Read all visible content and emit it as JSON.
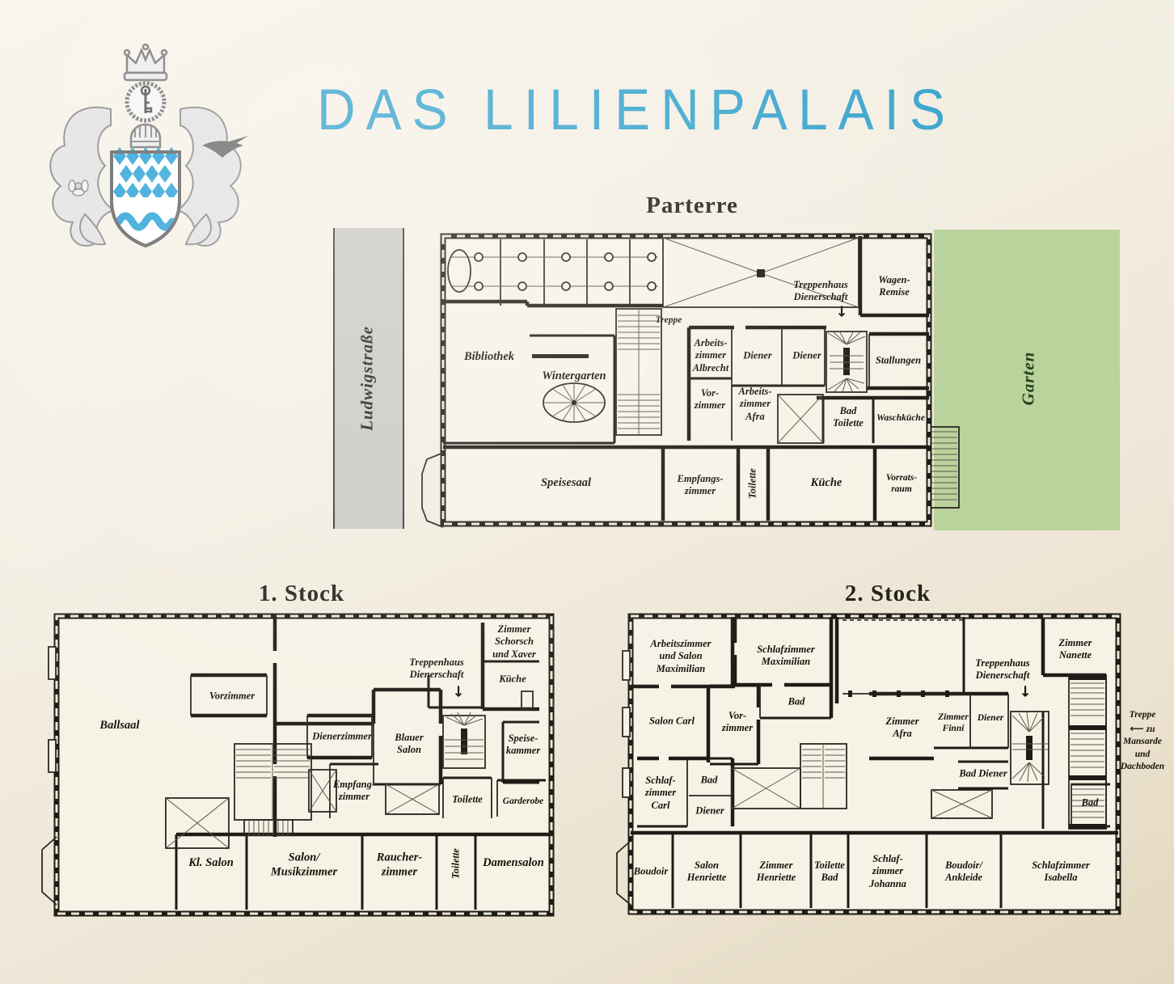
{
  "title": "DAS LILIENPALAIS",
  "icons": {
    "down_arrow": "↓",
    "left_arrow": "⟵",
    "coat_of_arms": "crowned-crest-bavarian-lozenge-shield"
  },
  "colors": {
    "title_blue": "#3ca6ce",
    "garden_green": "#bad29c",
    "street_gray": "#cbc9c5",
    "wall_black": "#1d1c16"
  },
  "parterre": {
    "heading": "Parterre",
    "street": "Ludwigstraße",
    "garden": "Garten",
    "rooms": {
      "bibliothek": "Bibliothek",
      "wintergarten": "Wintergarten",
      "treppe": "Treppe",
      "treppenhaus": "Treppenhaus\nDienerschaft",
      "wagen_remise": "Wagen-\nRemise",
      "arbeitszimmer_albrecht": "Arbeits-\nzimmer\nAlbrecht",
      "diener_1": "Diener",
      "diener_2": "Diener",
      "stallungen": "Stallungen",
      "vorzimmer": "Vor-\nzimmer",
      "arbeitszimmer_afra": "Arbeits-\nzimmer\nAfra",
      "bad_toilette": "Bad\nToilette",
      "waschkueche": "Waschküche",
      "speisesaal": "Speisesaal",
      "empfangszimmer": "Empfangs-\nzimmer",
      "toilette": "Toilette",
      "kueche": "Küche",
      "vorratsraum": "Vorrats-\nraum"
    }
  },
  "stock1": {
    "heading": "1. Stock",
    "rooms": {
      "ballsaal": "Ballsaal",
      "vorzimmer": "Vorzimmer",
      "treppenhaus": "Treppenhaus\nDienerschaft",
      "zimmer_schorsch_xaver": "Zimmer\nSchorsch\nund Xaver",
      "kueche": "Küche",
      "dienerzimmer": "Dienerzimmer",
      "blauer_salon": "Blauer\nSalon",
      "speisekammer": "Speise-\nkammer",
      "empfangzimmer": "Empfang-\nzimmer",
      "toilette_1": "Toilette",
      "garderobe": "Garderobe",
      "kl_salon": "Kl. Salon",
      "salon_musikzimmer": "Salon/\nMusikzimmer",
      "raucherzimmer": "Raucher-\nzimmer",
      "toilette_2": "Toilette",
      "damensalon": "Damensalon"
    }
  },
  "stock2": {
    "heading": "2. Stock",
    "rooms": {
      "arbeitszimmer_salon_maximilian": "Arbeitszimmer\nund Salon\nMaximilian",
      "schlafzimmer_maximilian": "Schlafzimmer\nMaximilian",
      "zimmer_nanette": "Zimmer\nNanette",
      "treppenhaus": "Treppenhaus\nDienerschaft",
      "bad_oben": "Bad",
      "salon_carl": "Salon Carl",
      "vorzimmer": "Vor-\nzimmer",
      "zimmer_afra": "Zimmer\nAfra",
      "zimmer_finni": "Zimmer\nFinni",
      "diener_oben": "Diener",
      "schlafzimmer_carl": "Schlaf-\nzimmer\nCarl",
      "bad_mitte": "Bad",
      "diener_mitte": "Diener",
      "bad_diener": "Bad Diener",
      "bad_rechts": "Bad",
      "boudoir": "Boudoir",
      "salon_henriette": "Salon\nHenriette",
      "zimmer_henriette": "Zimmer\nHenriette",
      "toilette_bad": "Toilette\nBad",
      "schlafzimmer_johanna": "Schlaf-\nzimmer\nJohanna",
      "boudoir_ankleide": "Boudoir/\nAnkleide",
      "schlafzimmer_isabella": "Schlafzimmer\nIsabella"
    },
    "mansarde_note": {
      "lines": [
        "Treppe",
        "zu",
        "Mansarde",
        "und",
        "Dachboden"
      ]
    }
  }
}
